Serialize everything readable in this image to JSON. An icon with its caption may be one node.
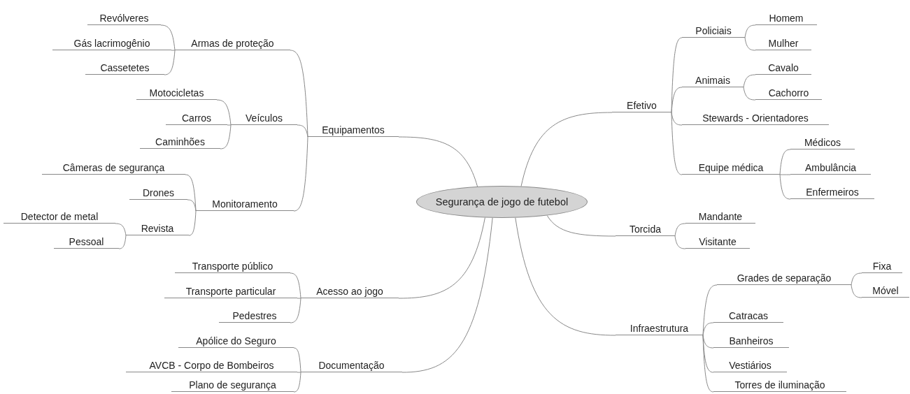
{
  "diagram": {
    "nodes": [
      {
        "text": [
          "Segurança de jogo de futebol"
        ]
      },
      {
        "text": [
          "Equipamentos"
        ]
      },
      {
        "text": [
          "Armas de proteção"
        ]
      },
      {
        "text": [
          "Revólveres"
        ]
      },
      {
        "text": [
          "Gás lacrimogênio"
        ]
      },
      {
        "text": [
          "Cassetetes"
        ]
      },
      {
        "text": [
          "Veículos"
        ]
      },
      {
        "text": [
          "Motocicletas"
        ]
      },
      {
        "text": [
          "Carros"
        ]
      },
      {
        "text": [
          "Caminhões"
        ]
      },
      {
        "text": [
          "Monitoramento"
        ]
      },
      {
        "text": [
          "Câmeras de segurança"
        ]
      },
      {
        "text": [
          "Drones"
        ]
      },
      {
        "text": [
          "Revista"
        ]
      },
      {
        "text": [
          "Detector de metal"
        ]
      },
      {
        "text": [
          "Pessoal"
        ]
      },
      {
        "text": [
          "Acesso ao jogo"
        ]
      },
      {
        "text": [
          "Transporte público"
        ]
      },
      {
        "text": [
          "Transporte particular"
        ]
      },
      {
        "text": [
          "Pedestres"
        ]
      },
      {
        "text": [
          "Documentação"
        ]
      },
      {
        "text": [
          "Apólice do Seguro"
        ]
      },
      {
        "text": [
          "AVCB - Corpo de Bombeiros"
        ]
      },
      {
        "text": [
          "Plano de segurança"
        ]
      },
      {
        "text": [
          "Efetivo"
        ]
      },
      {
        "text": [
          "Policiais"
        ]
      },
      {
        "text": [
          "Homem"
        ]
      },
      {
        "text": [
          "Mulher"
        ]
      },
      {
        "text": [
          "Animais"
        ]
      },
      {
        "text": [
          "Cavalo"
        ]
      },
      {
        "text": [
          "Cachorro"
        ]
      },
      {
        "text": [
          "Stewards - Orientadores"
        ]
      },
      {
        "text": [
          "Equipe médica"
        ]
      },
      {
        "text": [
          "Médicos"
        ]
      },
      {
        "text": [
          "Ambulância"
        ]
      },
      {
        "text": [
          "Enfermeiros"
        ]
      },
      {
        "text": [
          "Torcida"
        ]
      },
      {
        "text": [
          "Mandante"
        ]
      },
      {
        "text": [
          "Visitante"
        ]
      },
      {
        "text": [
          "Infraestrutura"
        ]
      },
      {
        "text": [
          "Grades de separação"
        ]
      },
      {
        "text": [
          "Fixa"
        ]
      },
      {
        "text": [
          "Móvel"
        ]
      },
      {
        "text": [
          "Catracas"
        ]
      },
      {
        "text": [
          "Banheiros"
        ]
      },
      {
        "text": [
          "Vestiários"
        ]
      },
      {
        "text": [
          "Torres de iluminação"
        ]
      }
    ],
    "edges": [
      {
        "from": 0,
        "to": 1,
        "arrow": "none"
      },
      {
        "from": 1,
        "to": 2,
        "arrow": "none"
      },
      {
        "from": 2,
        "to": 3,
        "arrow": "none"
      },
      {
        "from": 2,
        "to": 4,
        "arrow": "none"
      },
      {
        "from": 2,
        "to": 5,
        "arrow": "none"
      },
      {
        "from": 1,
        "to": 6,
        "arrow": "none"
      },
      {
        "from": 6,
        "to": 7,
        "arrow": "none"
      },
      {
        "from": 6,
        "to": 8,
        "arrow": "none"
      },
      {
        "from": 6,
        "to": 9,
        "arrow": "none"
      },
      {
        "from": 1,
        "to": 10,
        "arrow": "none"
      },
      {
        "from": 10,
        "to": 11,
        "arrow": "none"
      },
      {
        "from": 10,
        "to": 12,
        "arrow": "none"
      },
      {
        "from": 10,
        "to": 13,
        "arrow": "none"
      },
      {
        "from": 13,
        "to": 14,
        "arrow": "none"
      },
      {
        "from": 13,
        "to": 15,
        "arrow": "none"
      },
      {
        "from": 0,
        "to": 16,
        "arrow": "none"
      },
      {
        "from": 16,
        "to": 17,
        "arrow": "none"
      },
      {
        "from": 16,
        "to": 18,
        "arrow": "none"
      },
      {
        "from": 16,
        "to": 19,
        "arrow": "none"
      },
      {
        "from": 0,
        "to": 20,
        "arrow": "none"
      },
      {
        "from": 20,
        "to": 21,
        "arrow": "none"
      },
      {
        "from": 20,
        "to": 22,
        "arrow": "none"
      },
      {
        "from": 20,
        "to": 23,
        "arrow": "none"
      },
      {
        "from": 0,
        "to": 24,
        "arrow": "none"
      },
      {
        "from": 24,
        "to": 25,
        "arrow": "none"
      },
      {
        "from": 25,
        "to": 26,
        "arrow": "none"
      },
      {
        "from": 25,
        "to": 27,
        "arrow": "none"
      },
      {
        "from": 24,
        "to": 28,
        "arrow": "none"
      },
      {
        "from": 28,
        "to": 29,
        "arrow": "none"
      },
      {
        "from": 28,
        "to": 30,
        "arrow": "none"
      },
      {
        "from": 24,
        "to": 31,
        "arrow": "none"
      },
      {
        "from": 24,
        "to": 32,
        "arrow": "none"
      },
      {
        "from": 32,
        "to": 33,
        "arrow": "none"
      },
      {
        "from": 32,
        "to": 34,
        "arrow": "none"
      },
      {
        "from": 32,
        "to": 35,
        "arrow": "none"
      },
      {
        "from": 0,
        "to": 36,
        "arrow": "none"
      },
      {
        "from": 36,
        "to": 37,
        "arrow": "none"
      },
      {
        "from": 36,
        "to": 38,
        "arrow": "none"
      },
      {
        "from": 0,
        "to": 39,
        "arrow": "none"
      },
      {
        "from": 39,
        "to": 40,
        "arrow": "none"
      },
      {
        "from": 40,
        "to": 41,
        "arrow": "none"
      },
      {
        "from": 40,
        "to": 42,
        "arrow": "none"
      },
      {
        "from": 39,
        "to": 43,
        "arrow": "none"
      },
      {
        "from": 39,
        "to": 44,
        "arrow": "none"
      },
      {
        "from": 39,
        "to": 45,
        "arrow": "none"
      },
      {
        "from": 39,
        "to": 46,
        "arrow": "none"
      }
    ]
  }
}
